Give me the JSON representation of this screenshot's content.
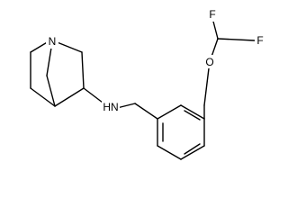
{
  "atoms": {
    "quinuclidine_nitrogen": "N",
    "amine": "HN",
    "ether_oxygen": "O",
    "fluorine_upper": "F",
    "fluorine_right": "F"
  }
}
